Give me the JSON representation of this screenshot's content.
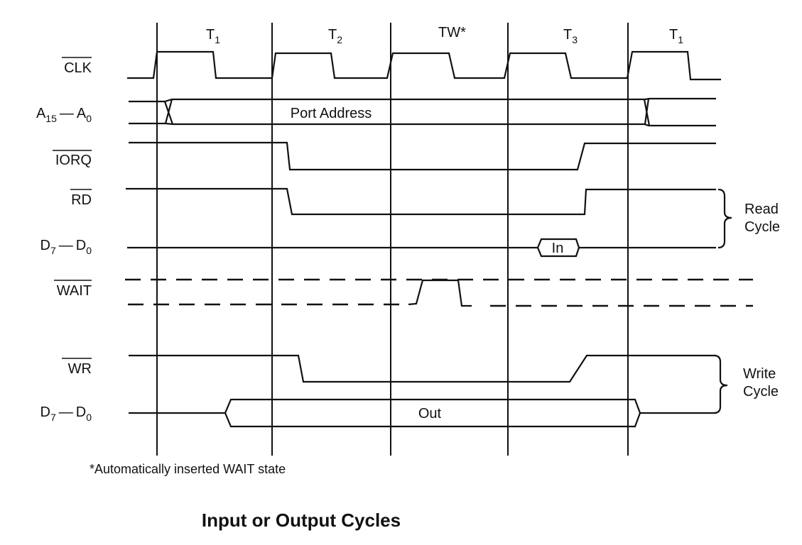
{
  "title": "Input or Output Cycles",
  "footnote": "*Automatically inserted WAIT state",
  "states": [
    {
      "main": "T",
      "sub": "1"
    },
    {
      "main": "T",
      "sub": "2"
    },
    {
      "main": "TW*",
      "sub": ""
    },
    {
      "main": "T",
      "sub": "3"
    },
    {
      "main": "T",
      "sub": "1"
    }
  ],
  "signals": {
    "clk": {
      "label": "CLK",
      "active_low": true
    },
    "addr": {
      "label_a": "A",
      "sub_a": "15",
      "dash": "—",
      "label_b": "A",
      "sub_b": "0",
      "bus_text": "Port Address"
    },
    "iorq": {
      "label": "IORQ",
      "active_low": true
    },
    "rd": {
      "label": "RD",
      "active_low": true
    },
    "data_read": {
      "label_a": "D",
      "sub_a": "7",
      "dash": "—",
      "label_b": "D",
      "sub_b": "0",
      "bus_text": "In"
    },
    "wait": {
      "label": "WAIT",
      "active_low": true
    },
    "wr": {
      "label": "WR",
      "active_low": true
    },
    "data_write": {
      "label_a": "D",
      "sub_a": "7",
      "dash": "—",
      "label_b": "D",
      "sub_b": "0",
      "bus_text": "Out"
    }
  },
  "groups": {
    "read": {
      "line1": "Read",
      "line2": "Cycle"
    },
    "write": {
      "line1": "Write",
      "line2": "Cycle"
    }
  }
}
